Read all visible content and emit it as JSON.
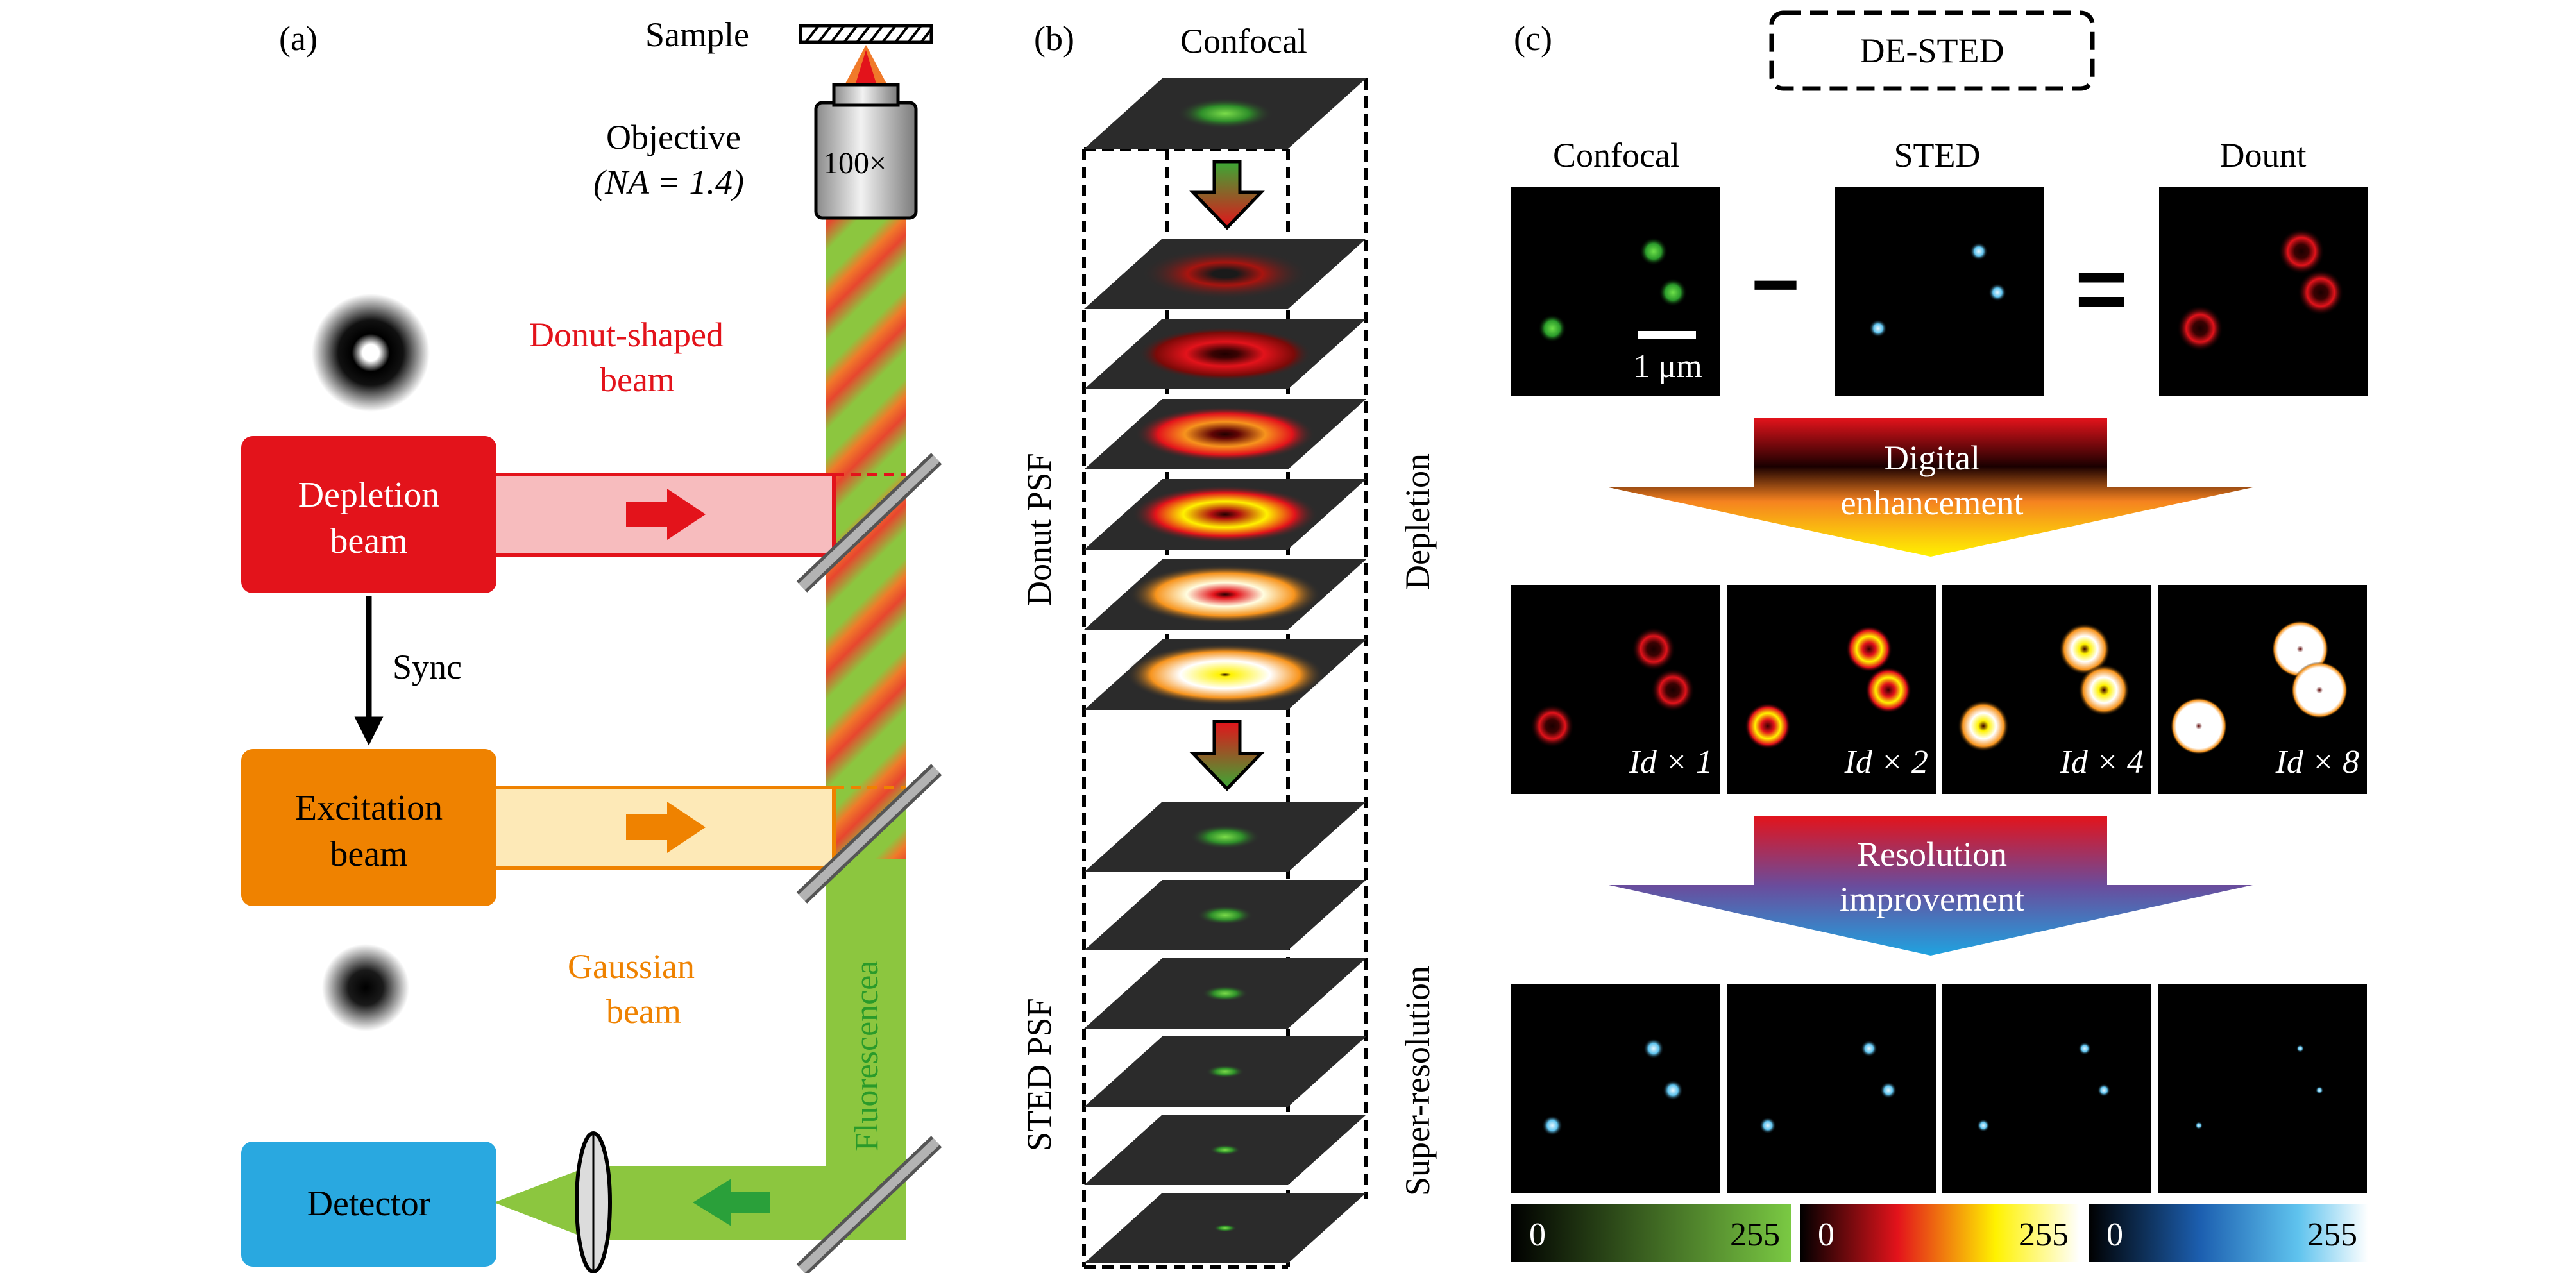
{
  "panel_a": {
    "label": "(a)",
    "sample_label": "Sample",
    "objective_label": "Objective",
    "objective_na": "(NA = 1.4)",
    "objective_mag": "100×",
    "donut_beam_line1": "Donut-shaped",
    "donut_beam_line2": "beam",
    "depletion_line1": "Depletion",
    "depletion_line2": "beam",
    "sync_label": "Sync",
    "excitation_line1": "Excitation",
    "excitation_line2": "beam",
    "gaussian_line1": "Gaussian",
    "gaussian_line2": "beam",
    "detector_label": "Detector",
    "fluorescence_label": "Fluorescencea"
  },
  "panel_b": {
    "label": "(b)",
    "confocal_label": "Confocal",
    "donut_psf_label": "Donut PSF",
    "depletion_label": "Depletion",
    "sted_psf_label": "STED PSF",
    "super_resolution_label": "Super-resolution"
  },
  "panel_c": {
    "label": "(c)",
    "title": "DE-STED",
    "confocal_label": "Confocal",
    "sted_label": "STED",
    "dount_label": "Dount",
    "minus_sign": "−",
    "equals_sign": "=",
    "scale_bar_label": "1 μm",
    "digital_line1": "Digital",
    "digital_line2": "enhancement",
    "resolution_line1": "Resolution",
    "resolution_line2": "improvement",
    "enhance_labels": [
      "Id × 1",
      "Id × 2",
      "Id × 4",
      "Id × 8"
    ],
    "colorbars": [
      {
        "min": "0",
        "max": "255"
      },
      {
        "min": "0",
        "max": "255"
      },
      {
        "min": "0",
        "max": "255"
      }
    ]
  },
  "colors": {
    "depletion": "#e3131b",
    "excitation": "#ef8200",
    "detector": "#29a8e0",
    "fluorescence": "#8cc63f",
    "donut_text": "#e3131b",
    "gaussian_text": "#ef8200"
  }
}
